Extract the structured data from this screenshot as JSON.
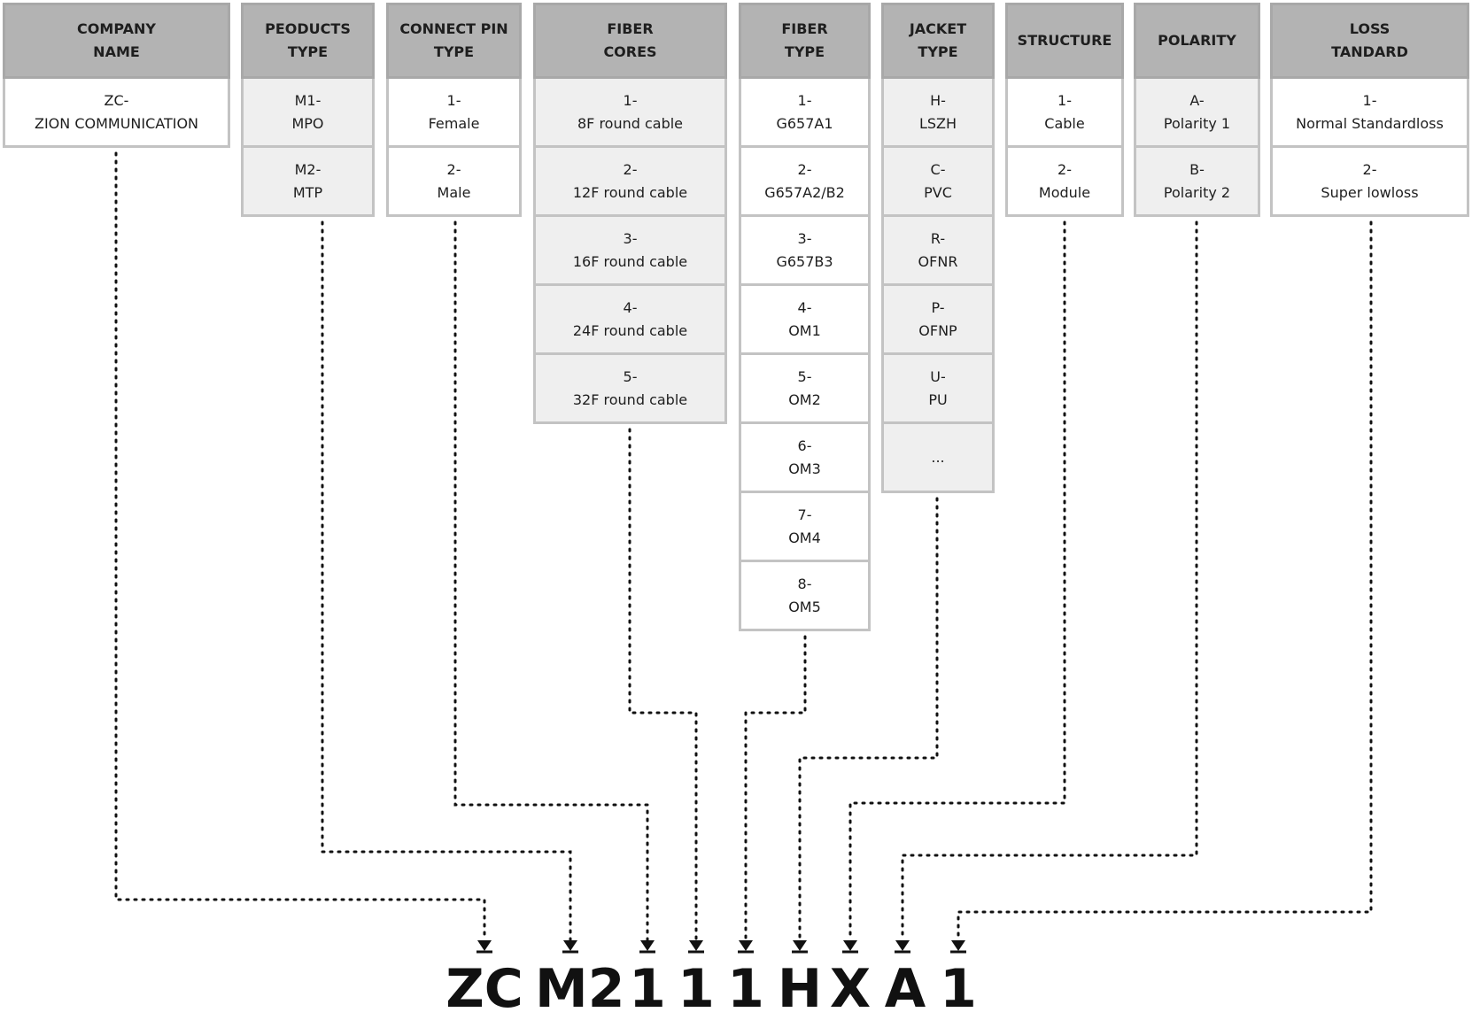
{
  "columns": [
    {
      "header": "COMPANY\nNAME",
      "style": "white",
      "options": [
        "ZC-\nZION COMMUNICATION"
      ]
    },
    {
      "header": "PEODUCTS\nTYPE",
      "style": "gray",
      "options": [
        "M1-\nMPO",
        "M2-\nMTP"
      ]
    },
    {
      "header": "CONNECT PIN\nTYPE",
      "style": "white",
      "options": [
        "1-\nFemale",
        "2-\nMale"
      ]
    },
    {
      "header": "FIBER\nCORES",
      "style": "gray",
      "options": [
        "1-\n8F round cable",
        "2-\n12F round cable",
        "3-\n16F round cable",
        "4-\n24F round cable",
        "5-\n32F round cable"
      ]
    },
    {
      "header": "FIBER\nTYPE",
      "style": "white",
      "options": [
        "1-\nG657A1",
        "2-\nG657A2/B2",
        "3-\nG657B3",
        "4-\nOM1",
        "5-\nOM2",
        "6-\nOM3",
        "7-\nOM4",
        "8-\nOM5"
      ]
    },
    {
      "header": "JACKET\nTYPE",
      "style": "gray",
      "options": [
        "H-\nLSZH",
        "C-\nPVC",
        "R-\nOFNR",
        "P-\nOFNP",
        "U-\nPU",
        "..."
      ]
    },
    {
      "header": "STRUCTURE",
      "style": "white",
      "options": [
        "1-\nCable",
        "2-\nModule"
      ]
    },
    {
      "header": "POLARITY",
      "style": "gray",
      "options": [
        "A-\nPolarity 1",
        "B-\nPolarity 2"
      ]
    },
    {
      "header": "LOSS\nTANDARD",
      "style": "white",
      "options": [
        "1-\nNormal Standardloss",
        "2-\nSuper lowloss"
      ]
    }
  ],
  "code": [
    "ZC",
    "M2",
    "1",
    "1",
    "1",
    "H",
    "X",
    "A",
    "1"
  ],
  "colors": {
    "header_bg": "#b3b3b3",
    "cell_gray": "#efefef",
    "border": "#c3c3c3",
    "line": "#111111"
  }
}
